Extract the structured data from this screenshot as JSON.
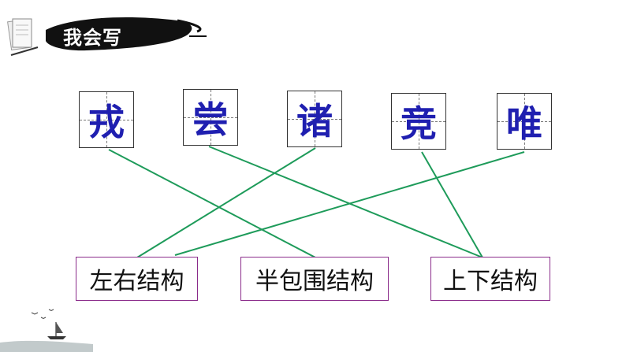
{
  "header": {
    "title": "我会写"
  },
  "characters": [
    "戎",
    "尝",
    "诸",
    "竞",
    "唯"
  ],
  "categories": [
    "左右结构",
    "半包围结构",
    "上下结构"
  ],
  "colors": {
    "line": "#1e9b5a",
    "character": "#1f1fb0",
    "category_border": "#8a2b8a"
  }
}
